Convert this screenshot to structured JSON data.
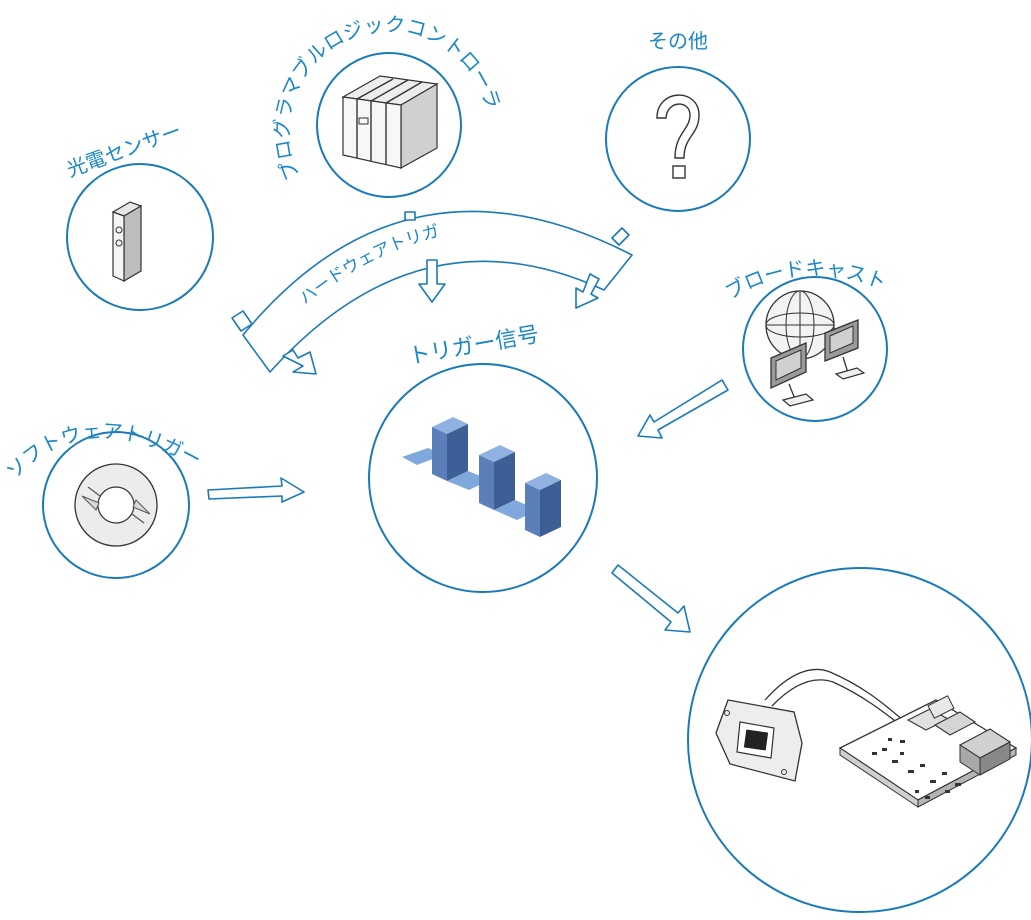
{
  "labels": {
    "photo_sensor": "光電センサー",
    "plc": "プログラマブルロジックコントローラ",
    "other": "その他",
    "hardware_trigger": "ハードウェアトリガ",
    "broadcast": "ブロードキャスト",
    "trigger_signal": "トリガー信号",
    "software_trigger": "ソフトウェアトリガー"
  },
  "colors": {
    "accent": "#1a88c7",
    "ring": "#1a7ab8",
    "signal_top": "#7fa8dc",
    "signal_side": "#4a6fa8"
  },
  "icons": {
    "photo_sensor": "photoelectric-sensor-icon",
    "plc": "plc-cabinet-icon",
    "other": "question-mark-icon",
    "broadcast": "globe-monitors-icon",
    "trigger_signal": "square-wave-icon",
    "software_trigger": "disc-icon",
    "camera_board": "camera-board-icon"
  }
}
